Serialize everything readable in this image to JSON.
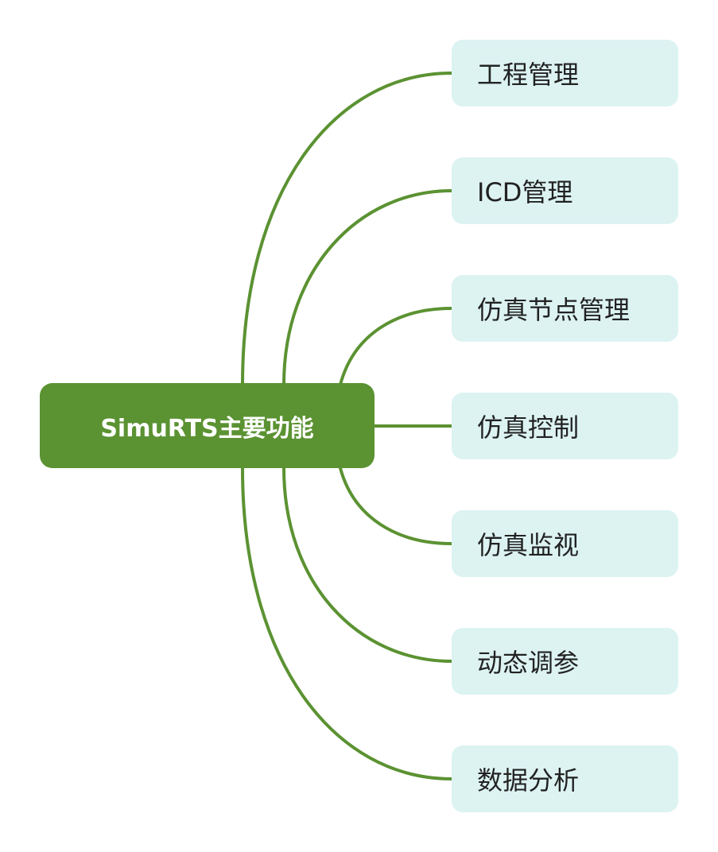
{
  "diagram": {
    "root": {
      "label": "SimuRTS主要功能"
    },
    "children": [
      {
        "label": "工程管理"
      },
      {
        "label": "ICD管理"
      },
      {
        "label": "仿真节点管理"
      },
      {
        "label": "仿真控制"
      },
      {
        "label": "仿真监视"
      },
      {
        "label": "动态调参"
      },
      {
        "label": "数据分析"
      }
    ],
    "colors": {
      "root_fill": "#5b9232",
      "root_text": "#ffffff",
      "connector": "#5b9232",
      "child_fill": "#dcf3f2",
      "child_text": "#222222"
    }
  }
}
